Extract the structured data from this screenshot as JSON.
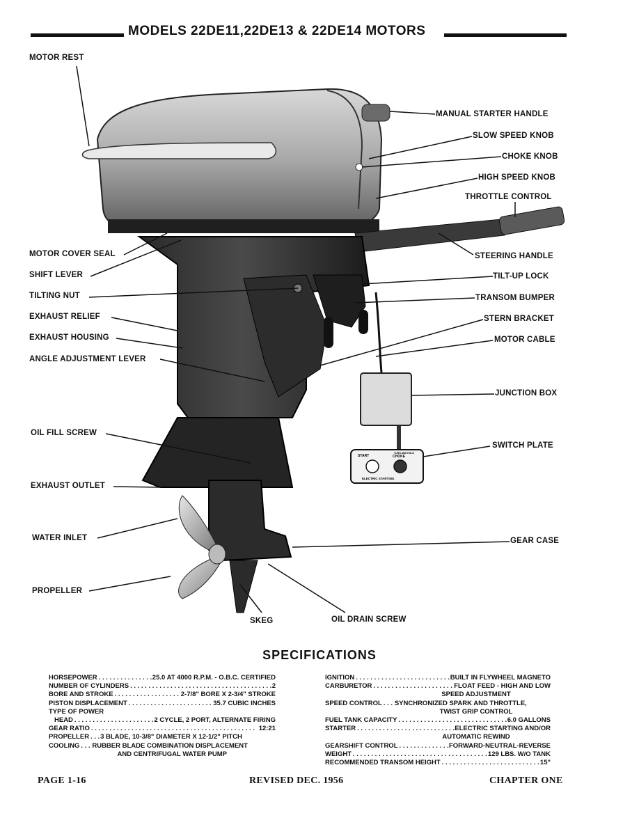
{
  "header": {
    "title": "MODELS 22DE11,22DE13 & 22DE14 MOTORS"
  },
  "callouts": {
    "motor_rest": "MOTOR REST",
    "manual_starter_handle": "MANUAL STARTER HANDLE",
    "slow_speed_knob": "SLOW SPEED KNOB",
    "choke_knob": "CHOKE KNOB",
    "high_speed_knob": "HIGH SPEED KNOB",
    "throttle_control": "THROTTLE CONTROL",
    "motor_cover_seal": "MOTOR COVER SEAL",
    "steering_handle": "STEERING HANDLE",
    "shift_lever": "SHIFT LEVER",
    "tilt_up_lock": "TILT-UP LOCK",
    "tilting_nut": "TILTING NUT",
    "transom_bumper": "TRANSOM BUMPER",
    "exhaust_relief": "EXHAUST RELIEF",
    "stern_bracket": "STERN BRACKET",
    "exhaust_housing": "EXHAUST HOUSING",
    "motor_cable": "MOTOR CABLE",
    "angle_adjustment_lever": "ANGLE ADJUSTMENT LEVER",
    "junction_box": "JUNCTION BOX",
    "oil_fill_screw": "OIL FILL SCREW",
    "switch_plate": "SWITCH PLATE",
    "exhaust_outlet": "EXHAUST OUTLET",
    "water_inlet": "WATER INLET",
    "gear_case": "GEAR CASE",
    "propeller": "PROPELLER",
    "skeg": "SKEG",
    "oil_drain_screw": "OIL DRAIN SCREW"
  },
  "switch_plate_labels": {
    "start": "START",
    "choke": "CHOKE",
    "turn_and_hold": "TURN AND HOLD",
    "electric_starting": "ELECTRIC  STARTING"
  },
  "specifications": {
    "title": "SPECIFICATIONS",
    "left": [
      {
        "label": "HORSEPOWER",
        "value": "25.0 AT 4000 R.P.M. - O.B.C. CERTIFIED",
        "cont": ""
      },
      {
        "label": "NUMBER OF CYLINDERS",
        "value": "2",
        "cont": ""
      },
      {
        "label": "BORE AND STROKE",
        "value": "2-7/8\" BORE X 2-3/4\" STROKE",
        "cont": ""
      },
      {
        "label": "PISTON DISPLACEMENT",
        "value": "35.7 CUBIC INCHES",
        "cont": ""
      },
      {
        "label": "TYPE OF POWER",
        "value": "",
        "cont": ""
      },
      {
        "label": "HEAD",
        "value": "2 CYCLE, 2 PORT, ALTERNATE FIRING",
        "cont": ""
      },
      {
        "label": "GEAR RATIO",
        "value": "12:21",
        "cont": ""
      },
      {
        "label": "PROPELLER",
        "value": "3 BLADE, 10-3/8\" DIAMETER X 12-1/2\" PITCH",
        "cont": ""
      },
      {
        "label": "COOLING",
        "value": "RUBBER BLADE COMBINATION DISPLACEMENT",
        "cont": "AND CENTRIFUGAL WATER PUMP"
      }
    ],
    "right": [
      {
        "label": "IGNITION",
        "value": "BUILT IN FLYWHEEL MAGNETO",
        "cont": ""
      },
      {
        "label": "CARBURETOR",
        "value": "FLOAT FEED - HIGH AND LOW",
        "cont": "SPEED ADJUSTMENT"
      },
      {
        "label": "SPEED CONTROL",
        "value": "SYNCHRONIZED SPARK AND THROTTLE,",
        "cont": "TWIST GRIP CONTROL"
      },
      {
        "label": "FUEL TANK CAPACITY",
        "value": "6.0 GALLONS",
        "cont": ""
      },
      {
        "label": "STARTER",
        "value": "ELECTRIC STARTING AND/OR",
        "cont": "AUTOMATIC REWIND"
      },
      {
        "label": "GEARSHIFT CONTROL",
        "value": "FORWARD-NEUTRAL-REVERSE",
        "cont": ""
      },
      {
        "label": "WEIGHT",
        "value": "129 LBS. W/O TANK",
        "cont": ""
      },
      {
        "label": "RECOMMENDED TRANSOM HEIGHT",
        "value": "15\"",
        "cont": ""
      }
    ]
  },
  "footer": {
    "page": "PAGE 1-16",
    "revised": "REVISED DEC. 1956",
    "chapter": "CHAPTER ONE"
  }
}
